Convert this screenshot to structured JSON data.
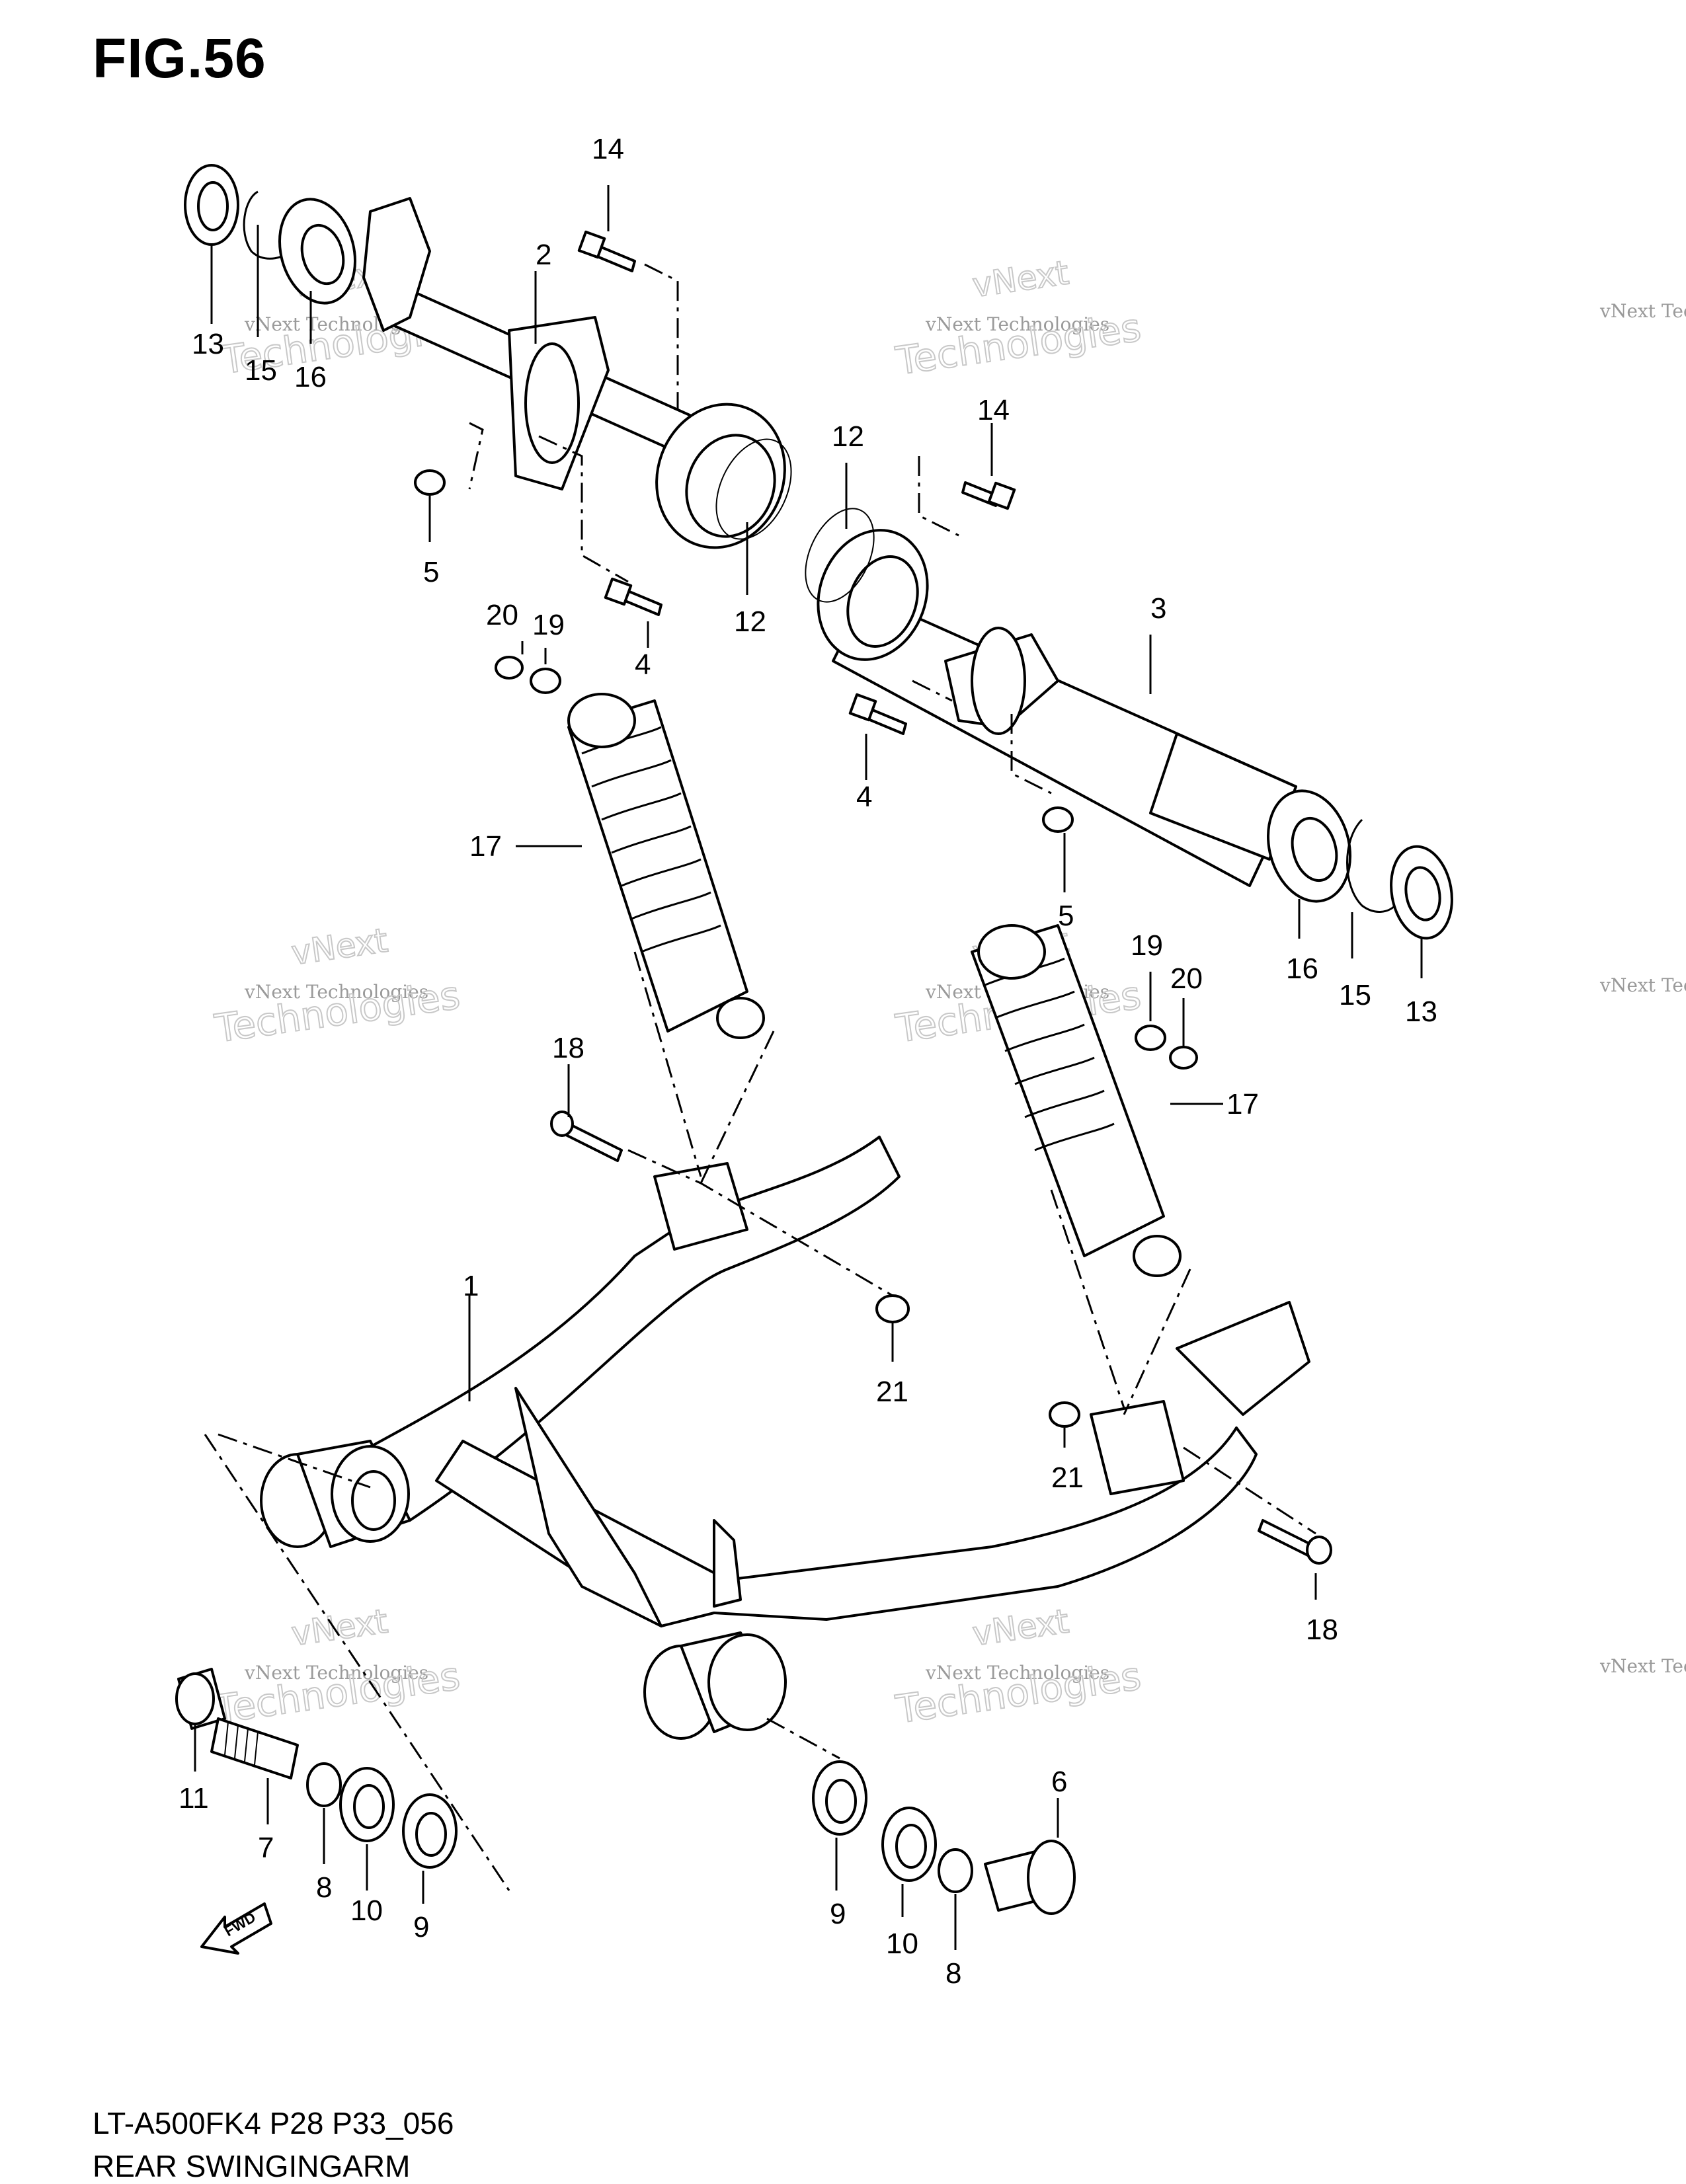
{
  "figure": {
    "title": "FIG.56"
  },
  "footer": {
    "model_code": "LT-A500FK4 P28 P33_056",
    "section_title": "REAR SWINGINGARM"
  },
  "watermark": {
    "line1": "vNext Technologies",
    "line2": "vNext",
    "line3": "Technologies"
  },
  "callouts": [
    "1",
    "2",
    "3",
    "4",
    "4",
    "5",
    "5",
    "6",
    "7",
    "8",
    "8",
    "9",
    "9",
    "10",
    "10",
    "11",
    "12",
    "12",
    "13",
    "13",
    "14",
    "14",
    "15",
    "15",
    "16",
    "16",
    "17",
    "17",
    "18",
    "18",
    "19",
    "19",
    "20",
    "20",
    "21",
    "21"
  ],
  "fwd_label": "FWD"
}
